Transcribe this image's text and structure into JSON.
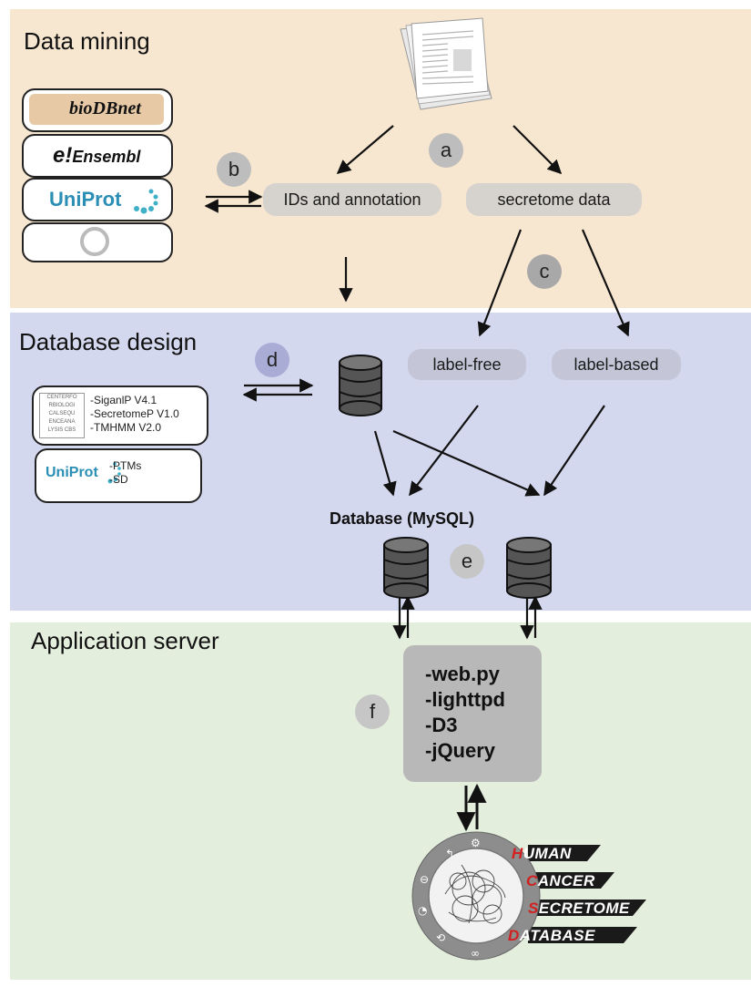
{
  "sections": {
    "mining": "Data mining",
    "design": "Database design",
    "server": "Application server"
  },
  "steps": {
    "a": "a",
    "b": "b",
    "c": "c",
    "d": "d",
    "e": "e",
    "f": "f"
  },
  "nodes": {
    "ids": "IDs and annotation",
    "secretome": "secretome data",
    "label_free": "label-free",
    "label_based": "label-based",
    "database": "Database (MySQL)"
  },
  "logos": {
    "biodbnet": "bioDBnet",
    "ensembl_e": "e!",
    "ensembl": "Ensembl",
    "uniprot": "UniProt",
    "cbs_grid": [
      "CENTERFO",
      "RBIOLOGI",
      "CALSEQU",
      "ENCEANA",
      "LYSIS CBS"
    ]
  },
  "tools": {
    "cbs": [
      "-SiganlP V4.1",
      "-SecretomeP V1.0",
      "-TMHMM V2.0"
    ],
    "uniprot": [
      "-PTMs",
      "-SD"
    ]
  },
  "server_items": [
    "-web.py",
    "-lighttpd",
    "-D3",
    "-jQuery"
  ],
  "hcsd_logo": {
    "lines": [
      {
        "initial": "H",
        "rest": "UMAN"
      },
      {
        "initial": "C",
        "rest": "ANCER"
      },
      {
        "initial": "S",
        "rest": "ECRETOME"
      },
      {
        "initial": "D",
        "rest": "ATABASE"
      }
    ]
  },
  "colors": {
    "mining_bg": "#f8e7d0",
    "design_bg": "#d4d8ee",
    "server_bg": "#e4eedd",
    "pill": "#d6d2cd",
    "step_circle": "#bdbdbd",
    "step_circle_blue": "#a9add6",
    "server_box": "#b8b8b8",
    "accent_red": "#d21f1f"
  }
}
